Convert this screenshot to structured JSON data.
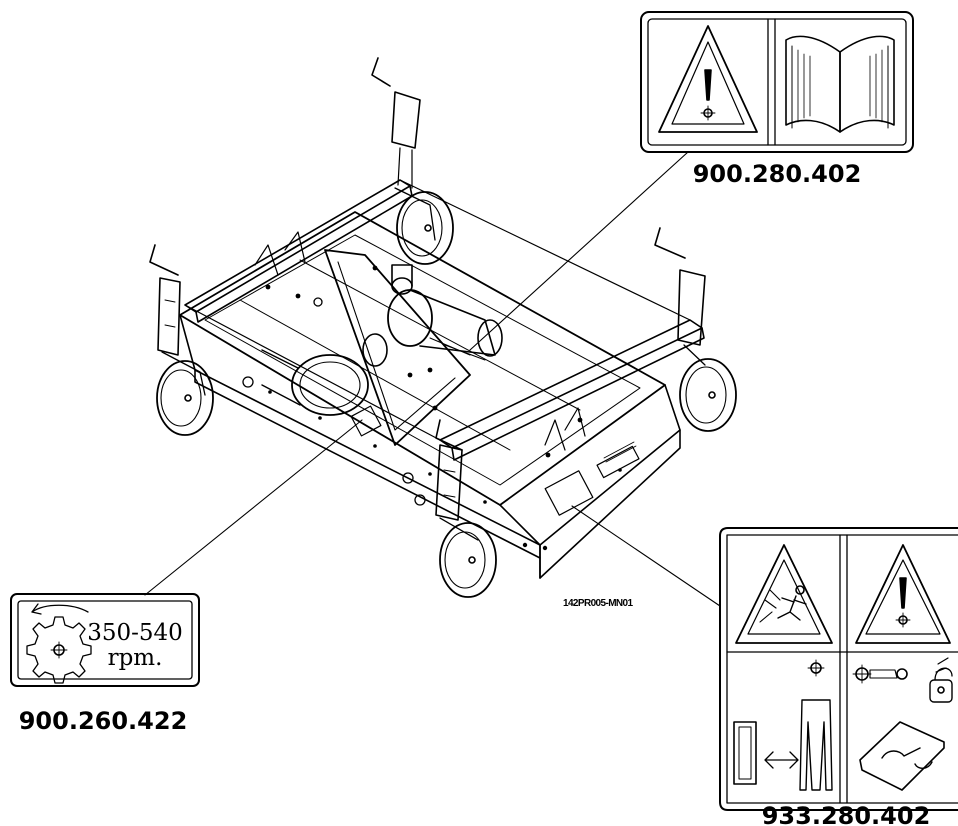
{
  "drawing": {
    "reference": "142PR005-MN01"
  },
  "decals": [
    {
      "part_number": "900.280.402",
      "symbols": [
        "warning-triangle-icon",
        "manual-book-icon"
      ]
    },
    {
      "part_number": "900.260.422",
      "speed_range": "350-540",
      "speed_unit": "rpm.",
      "symbols": [
        "pto-gear-icon"
      ]
    },
    {
      "part_number": "933.280.402",
      "symbols": [
        "thrown-object-hazard-icon",
        "warning-triangle-icon",
        "safe-distance-icon",
        "key-removal-maintenance-icon"
      ]
    }
  ],
  "colors": {
    "line": "#000000",
    "background": "#ffffff"
  }
}
